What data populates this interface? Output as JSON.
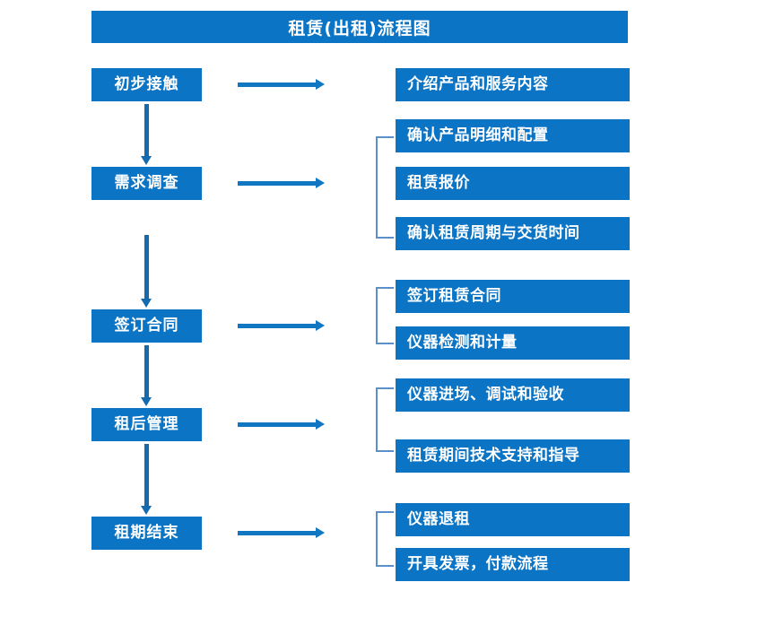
{
  "diagram": {
    "title": "租赁(出租)流程图",
    "colors": {
      "box_fill": "#0b74c4",
      "box_text": "#ffffff",
      "arrow": "#1277c2",
      "vertical_arrow": "#1569ad",
      "bracket": "#5b8fc9",
      "background": "#ffffff"
    },
    "stages": [
      {
        "label": "初步接触"
      },
      {
        "label": "需求调查"
      },
      {
        "label": "签订合同"
      },
      {
        "label": "租后管理"
      },
      {
        "label": "租期结束"
      }
    ],
    "details": [
      {
        "label": "介绍产品和服务内容"
      },
      {
        "label": "确认产品明细和配置"
      },
      {
        "label": "租赁报价"
      },
      {
        "label": "确认租赁周期与交货时间"
      },
      {
        "label": "签订租赁合同"
      },
      {
        "label": "仪器检测和计量"
      },
      {
        "label": "仪器进场、调试和验收"
      },
      {
        "label": "租赁期间技术支持和指导"
      },
      {
        "label": "仪器退租"
      },
      {
        "label": "开具发票，付款流程"
      }
    ]
  }
}
